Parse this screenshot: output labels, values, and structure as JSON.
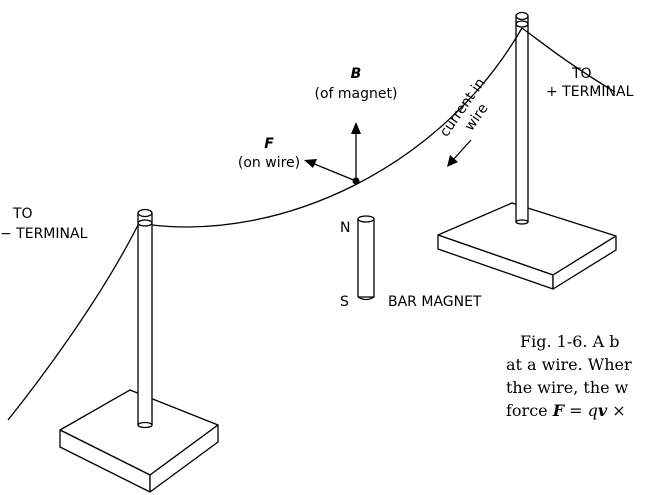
{
  "labels": {
    "b_symbol": "B",
    "b_desc": "(of magnet)",
    "f_symbol": "F",
    "f_desc": "(on wire)",
    "current_line1": "current in",
    "current_line2": "wire",
    "to_plus_line1": "TO",
    "to_plus_line2": "+ TERMINAL",
    "to_minus_line1": "TO",
    "to_minus_line2": "− TERMINAL",
    "pole_n": "N",
    "pole_s": "S",
    "bar_magnet": "BAR MAGNET"
  },
  "caption": {
    "line1": "Fig. 1-6.  A b",
    "line2": "at a wire.  Wher",
    "line3": "the wire, the w",
    "line4_prefix": "force ",
    "line4_F": "F",
    "line4_eq": " = q",
    "line4_v": "v",
    "line4_x": " × "
  }
}
